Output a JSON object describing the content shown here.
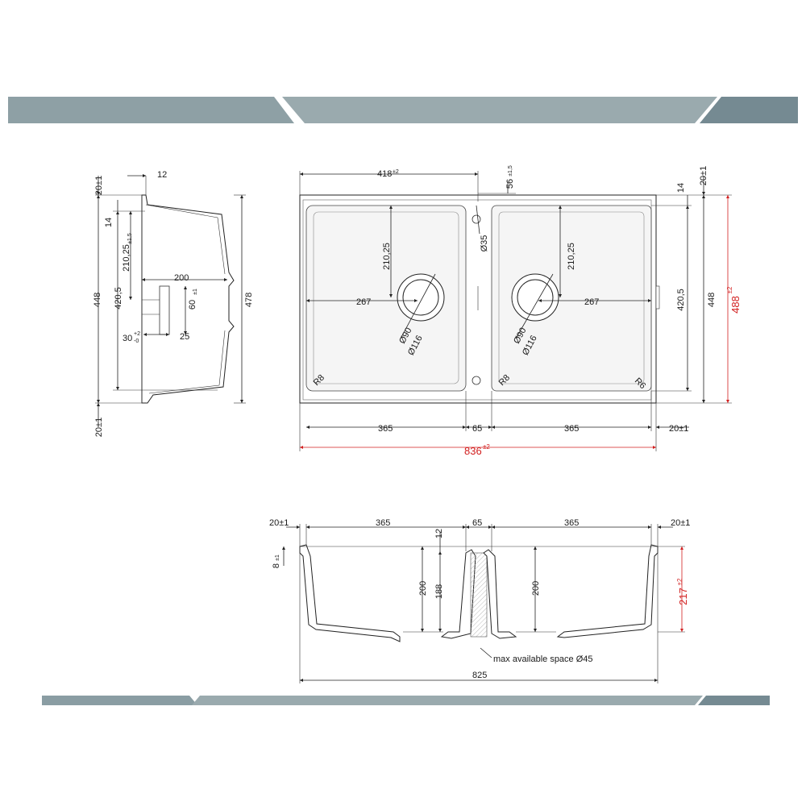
{
  "colors": {
    "band": "#7f949a",
    "band_dark": "#6c8189",
    "red": "#d21f1f",
    "line": "#222222"
  },
  "side_view": {
    "top_tol": "20±1",
    "lip_width": "12",
    "rim": "14",
    "depth_top": "210,25",
    "depth_top_tol": "±1,5",
    "inner_depth": "420,5",
    "outer_448": "448",
    "outer_478": "478",
    "waste_offset": "200",
    "waste_height": "60",
    "waste_height_tol": "±1",
    "waste_bottom": "30",
    "waste_bottom_tol_up": "+2",
    "waste_bottom_tol_down": "-0",
    "waste_width": "25",
    "bottom_tol": "20±1"
  },
  "plan_view": {
    "half_width": "418",
    "half_width_tol": "±2",
    "tap_offset": "56",
    "tap_offset_tol": "±1,5",
    "rim": "14",
    "right_tol": "20±1",
    "tap_hole": "Ø35",
    "bowl_left_depth": "210,25",
    "bowl_right_depth": "210,25",
    "left_center": "267",
    "right_center": "267",
    "drain_inner": "Ø90",
    "drain_outer": "Ø116",
    "radius_left": "R8",
    "radius_mid": "R8",
    "radius_right": "R6",
    "inner_depth": "420,5",
    "outer_448": "448",
    "total_depth": "488",
    "total_depth_tol": "±2",
    "bowl_width_left": "365",
    "divider": "65",
    "bowl_width_right": "365",
    "edge_tol": "20±1",
    "total_width": "836",
    "total_width_tol": "±2"
  },
  "section_view": {
    "left_tol": "20±1",
    "bowl_left": "365",
    "divider": "65",
    "bowl_right": "365",
    "right_tol": "20±1",
    "rim": "12",
    "rim_height": "8",
    "rim_height_tol": "±1",
    "depth_left": "200",
    "depth_divider": "188",
    "depth_right": "200",
    "total_height": "217",
    "total_height_tol": "±2",
    "max_space": "max available space Ø45",
    "total_width": "825"
  }
}
